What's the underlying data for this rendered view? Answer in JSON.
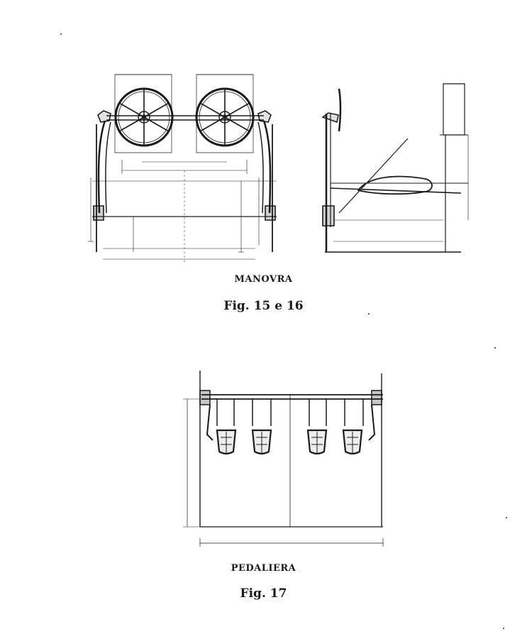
{
  "figures": [
    {
      "label": "MANOVRA",
      "caption": "Fig. 15 e 16"
    },
    {
      "label": "PEDALIERA",
      "caption": "Fig. 17"
    }
  ],
  "ink_color": "#1a1a1a"
}
